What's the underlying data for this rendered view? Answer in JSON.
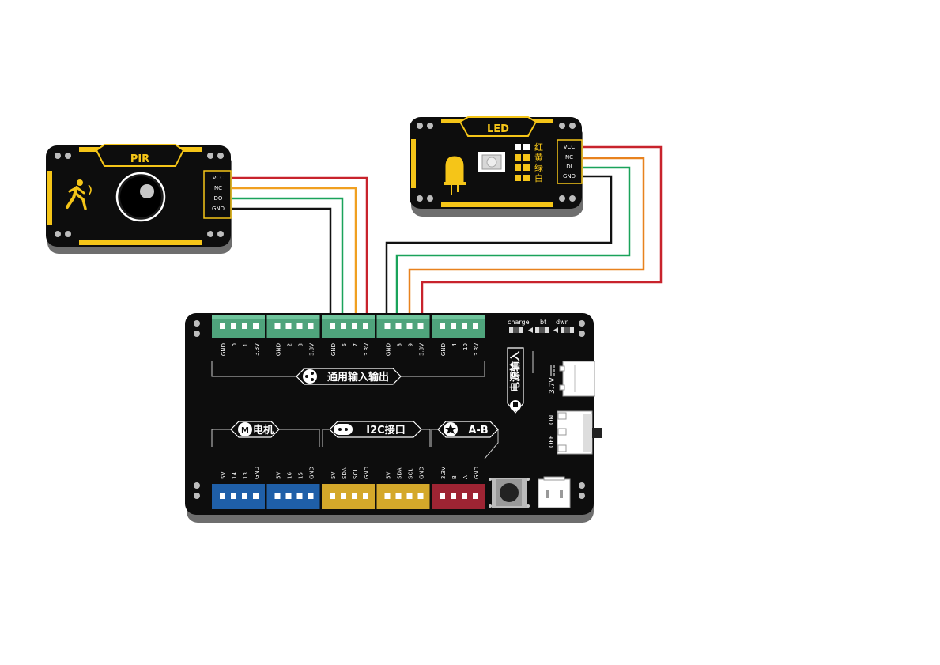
{
  "pir_module": {
    "title": "PIR",
    "pins": [
      "VCC",
      "NC",
      "DO",
      "GND"
    ]
  },
  "led_module": {
    "title": "LED",
    "pins": [
      "VCC",
      "NC",
      "DI",
      "GND"
    ],
    "colors": [
      "红",
      "黄",
      "绿",
      "白"
    ]
  },
  "board": {
    "top_headers": [
      {
        "pins": [
          "GND",
          "0",
          "1",
          "3.3V"
        ]
      },
      {
        "pins": [
          "GND",
          "2",
          "3",
          "3.3V"
        ]
      },
      {
        "pins": [
          "GND",
          "6",
          "7",
          "3.3V"
        ]
      },
      {
        "pins": [
          "GND",
          "8",
          "9",
          "3.3V"
        ]
      },
      {
        "pins": [
          "GND",
          "4",
          "10",
          "3.3V"
        ]
      }
    ],
    "gpio_label": "通用输入输出",
    "bottom_headers": [
      {
        "pins": [
          "5V",
          "14",
          "13",
          "GND"
        ],
        "color": "#1f5fa8"
      },
      {
        "pins": [
          "5V",
          "16",
          "15",
          "GND"
        ],
        "color": "#1f5fa8"
      },
      {
        "pins": [
          "5V",
          "SDA",
          "SCL",
          "GND"
        ],
        "color": "#d4a82a"
      },
      {
        "pins": [
          "5V",
          "SDA",
          "SCL",
          "GND"
        ],
        "color": "#d4a82a"
      },
      {
        "pins": [
          "3.3V",
          "B",
          "A",
          "GND"
        ],
        "color": "#9e2433"
      }
    ],
    "motor_label": "电机",
    "motor_badge": "M",
    "i2c_label": "I2C接口",
    "ab_label": "A-B",
    "status_labels": [
      "charge",
      "bt",
      "dwn"
    ],
    "power_label": "电源输入",
    "battery_label": "3.7V",
    "switch_on": "ON",
    "switch_off": "OFF"
  },
  "wire_colors": {
    "vcc": "#c8232c",
    "nc": "#f0a020",
    "signal": "#1aa35a",
    "gnd": "#111111",
    "led_nc": "#e8821e"
  }
}
